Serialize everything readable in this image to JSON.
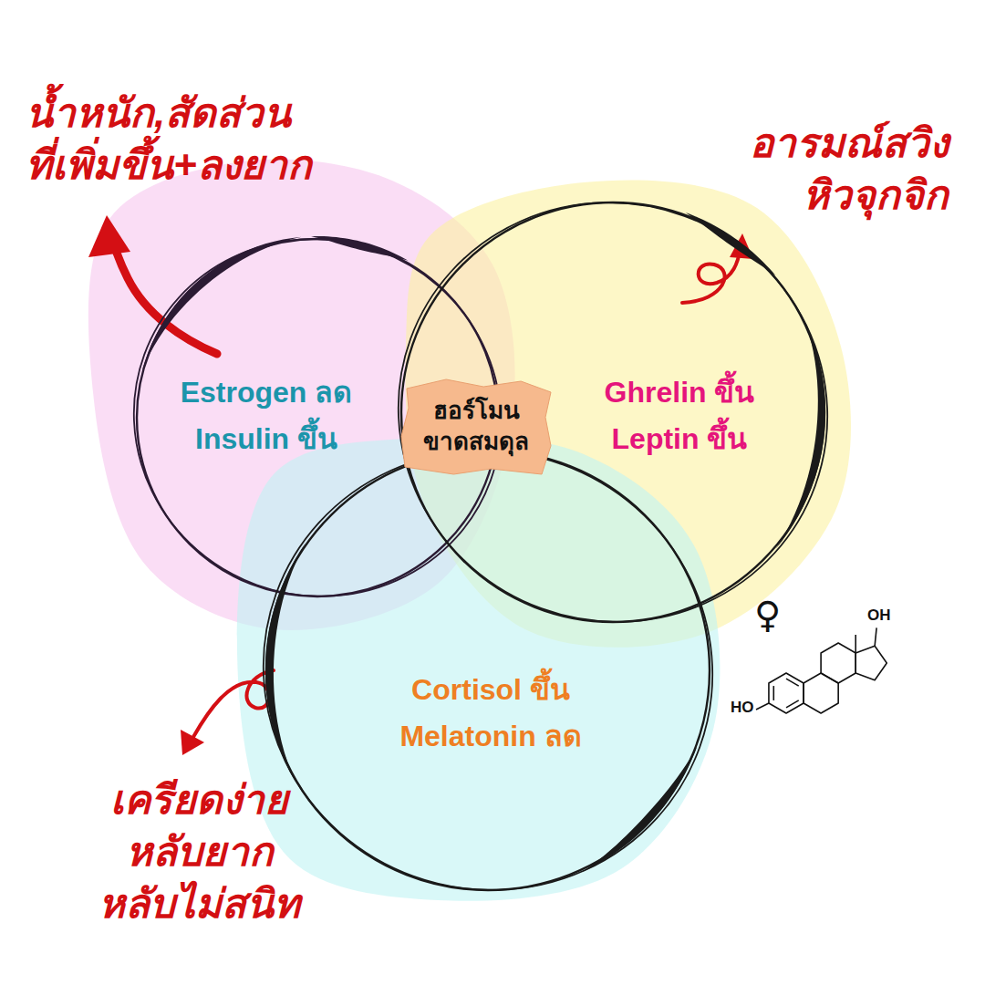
{
  "diagram": {
    "nodes": [
      {
        "text": [
          "Estrogen ลด",
          "Insulin ขึ้น"
        ]
      },
      {
        "text": [
          "Ghrelin ขึ้น",
          "Leptin ขึ้น"
        ]
      },
      {
        "text": [
          "Cortisol ขึ้น",
          "Melatonin ลด"
        ]
      },
      {
        "text": [
          "ฮอร์โมน ขาดสมดุล"
        ]
      }
    ],
    "labels": [
      "น้ำหนัก,สัดส่วน ที่เพิ่มขึ้น+ลงยาก",
      "อารมณ์สวิง หิวจุกจิก",
      "เครียดง่าย หลับยาก หลับไม่สนิท",
      "♀",
      "OH",
      "HO"
    ]
  }
}
